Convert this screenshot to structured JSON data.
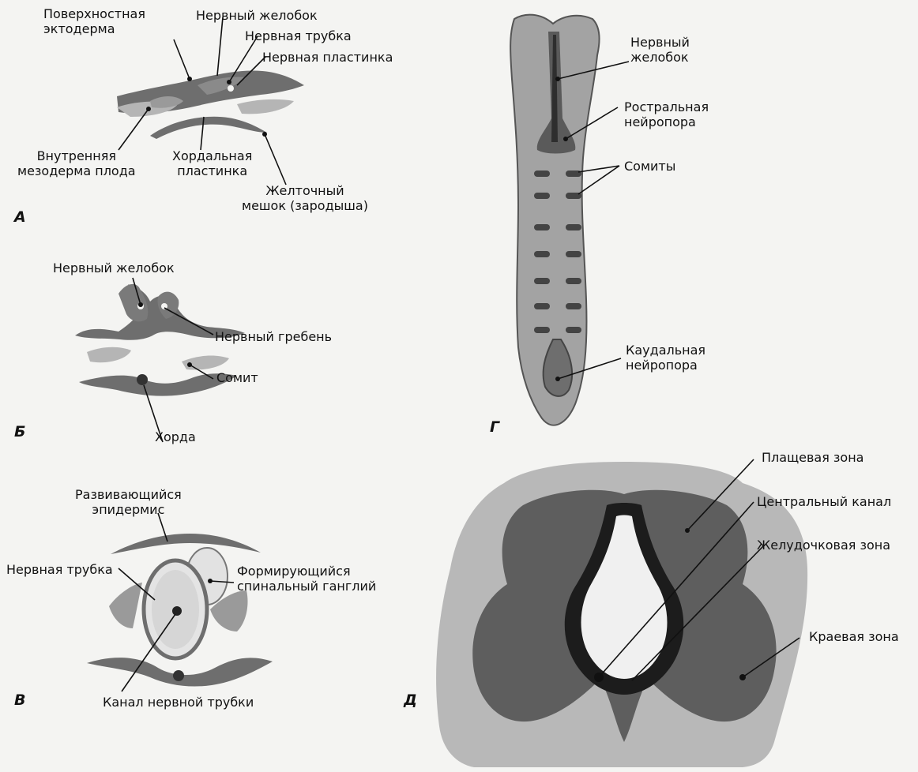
{
  "labels": {
    "a_surface_ectoderm": "Поверхностная\nэктодерма",
    "a_neural_groove": "Нервный желобок",
    "a_neural_tube": "Нервная трубка",
    "a_neural_plate": "Нервная пластинка",
    "a_inner_mesoderm": "Внутренняя\nмезодерма плода",
    "a_chordal_plate": "Хордальная\nпластинка",
    "a_yolk_sac": "Желточный\nмешок (зародыша)",
    "b_neural_groove": "Нервный желобок",
    "b_neural_crest": "Нервный гребень",
    "b_somite": "Сомит",
    "b_notochord": "Хорда",
    "v_epidermis": "Развивающийся\nэпидермис",
    "v_neural_tube": "Нервная трубка",
    "v_spinal_ganglion": "Формирующийся\nспинальный ганглий",
    "v_neural_canal": "Канал нервной трубки",
    "g_neural_groove": "Нервный\nжелобок",
    "g_rostral_neuropore": "Ростральная\nнейропора",
    "g_somites": "Сомиты",
    "g_caudal_neuropore": "Каудальная\nнейропора",
    "d_mantle_zone": "Плащевая зона",
    "d_central_canal": "Центральный канал",
    "d_ventricular_zone": "Желудочковая зона",
    "d_marginal_zone": "Краевая зона"
  },
  "panels": {
    "a": "А",
    "b": "Б",
    "v": "В",
    "g": "Г",
    "d": "Д"
  },
  "colors": {
    "background": "#f4f4f2",
    "tissue_dark": "#6e6e6e",
    "tissue_mid": "#9a9a9a",
    "tissue_light": "#c4c4c4",
    "ink": "#111111"
  }
}
